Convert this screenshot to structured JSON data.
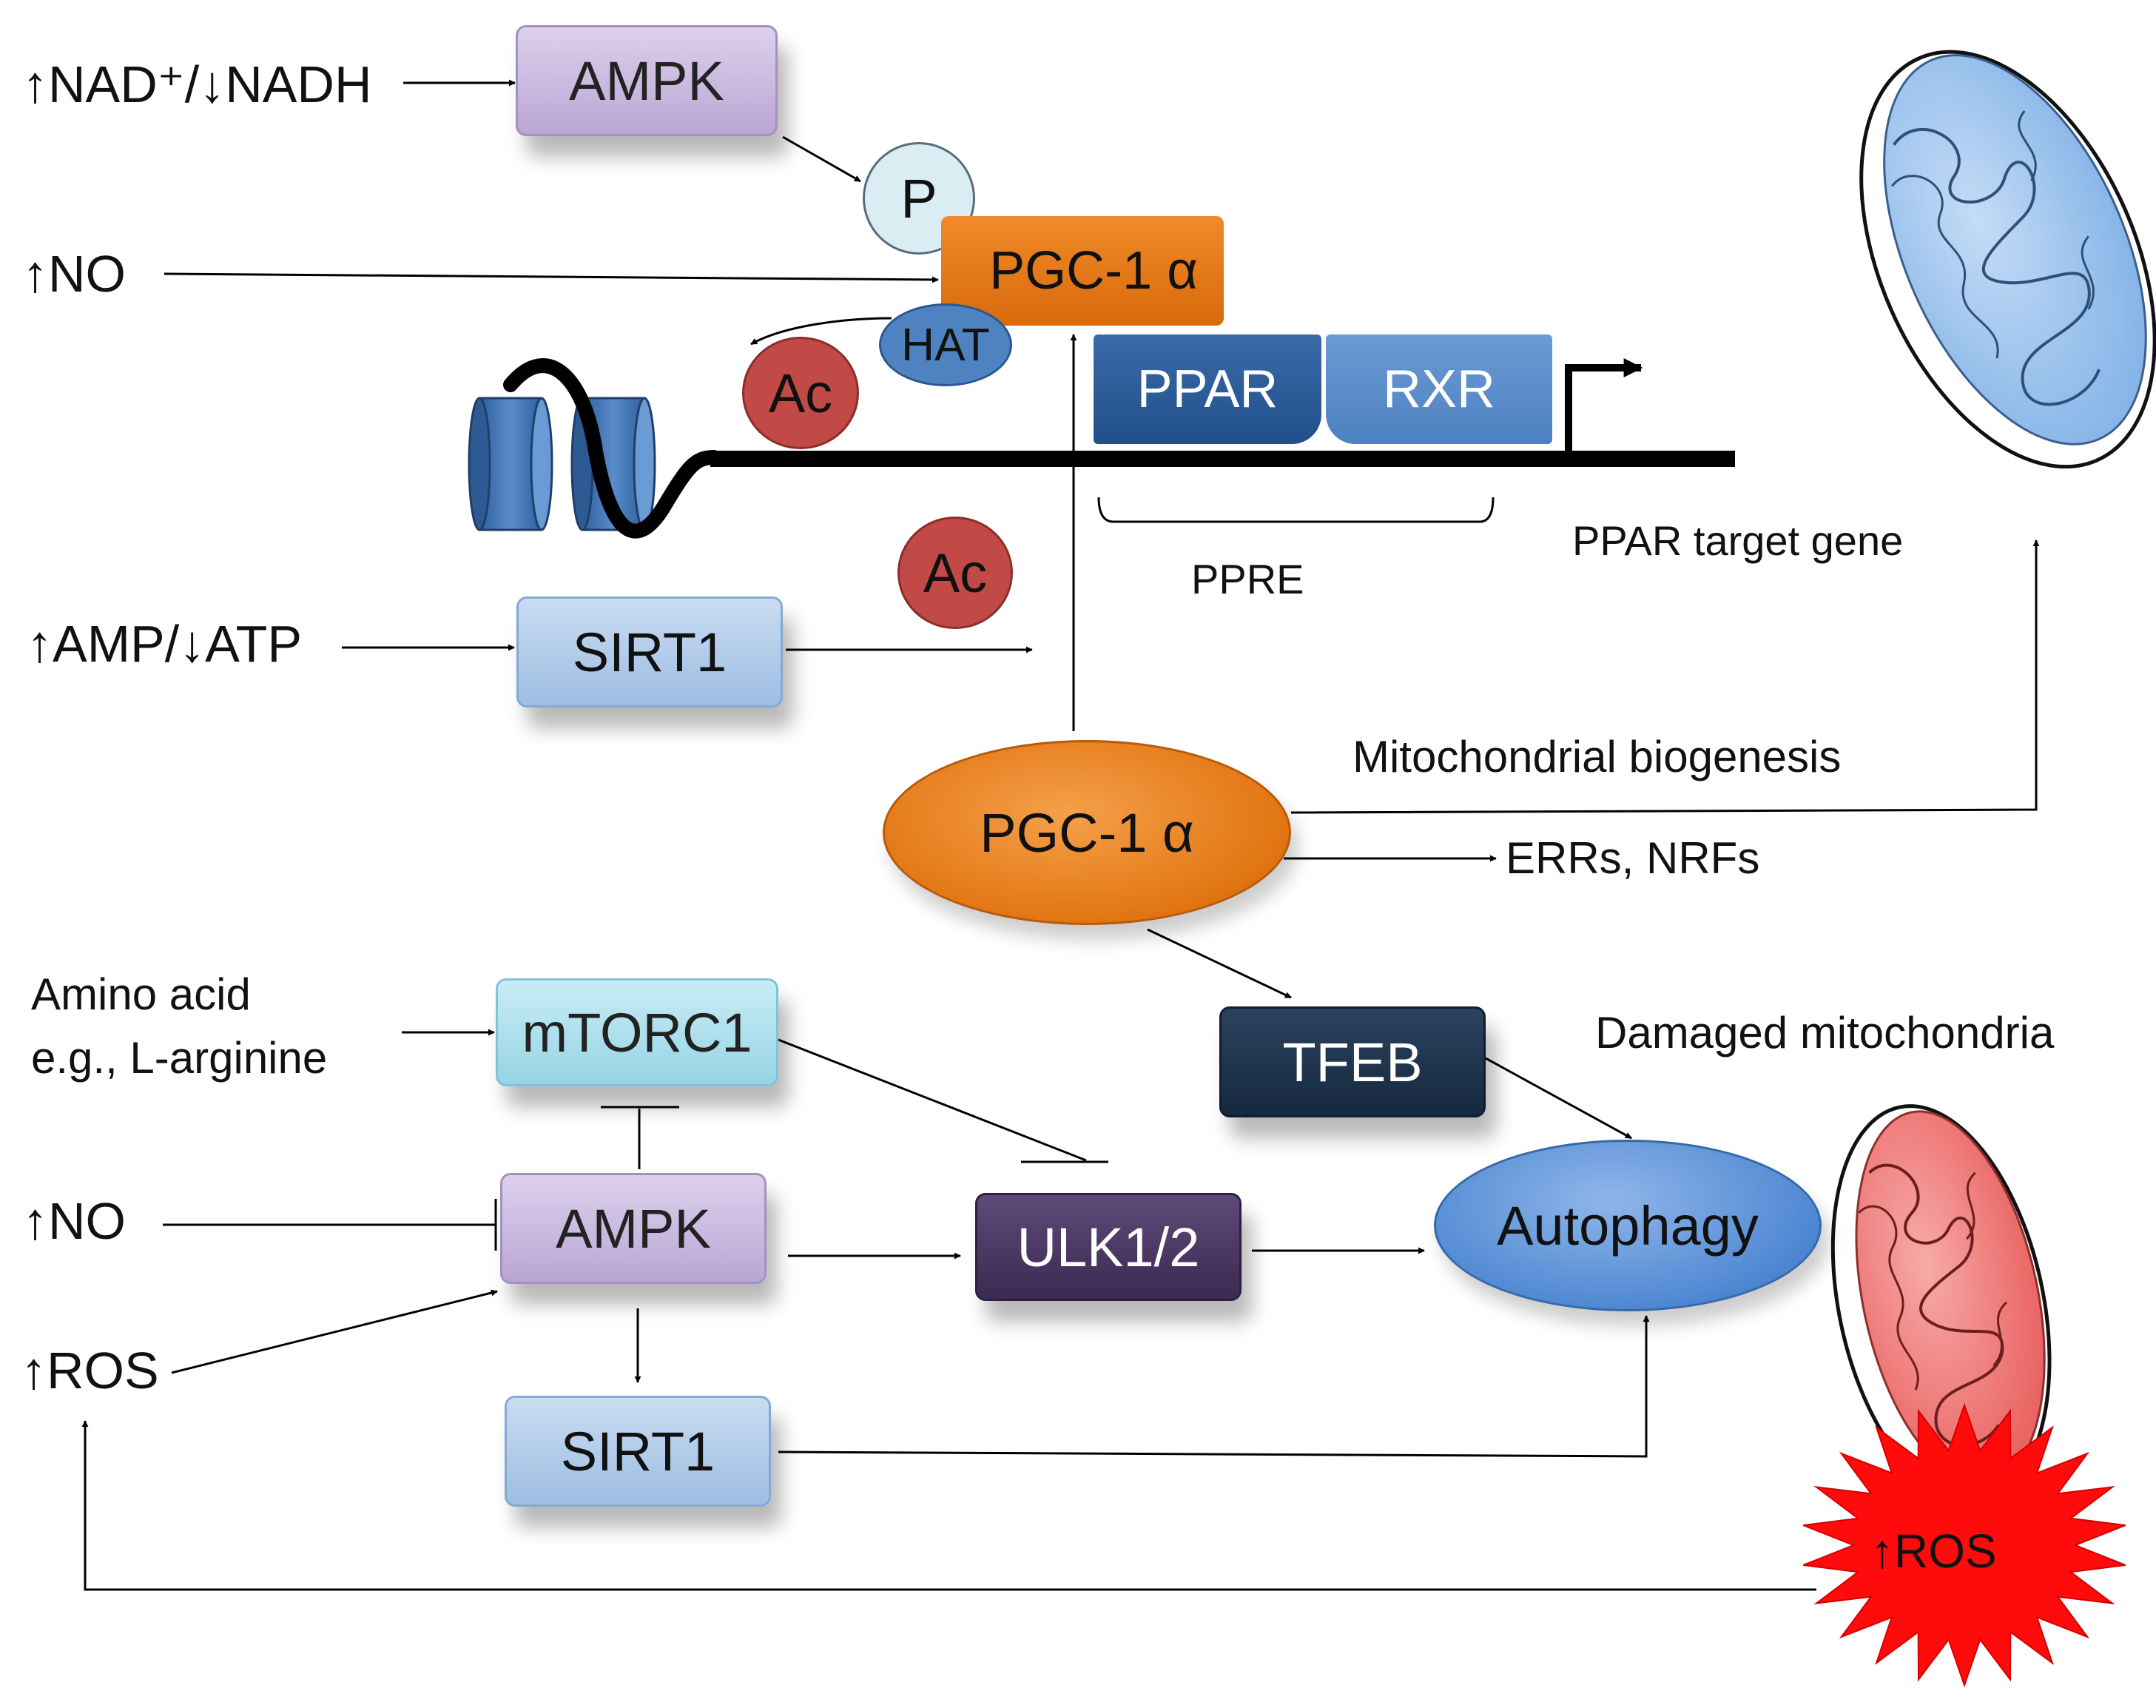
{
  "nodes": {
    "ampk_top": "AMPK",
    "p": "P",
    "pgc1a_top": "PGC-1 α",
    "hat": "HAT",
    "ac_top": "Ac",
    "ppar": "PPAR",
    "rxr": "RXR",
    "ac_mid": "Ac",
    "sirt1_top": "SIRT1",
    "pgc1a_center": "PGC-1 α",
    "mtorc1": "mTORC1",
    "tfeb": "TFEB",
    "ampk_bottom": "AMPK",
    "ulk": "ULK1/2",
    "autophagy": "Autophagy",
    "sirt1_bottom": "SIRT1",
    "ros_burst": "↑ROS"
  },
  "labels": {
    "nad": "↑NAD⁺/↓NADH",
    "no_top": "↑NO",
    "amp": "↑AMP/↓ATP",
    "ppre": "PPRE",
    "ppar_target": "PPAR target gene",
    "mito_biogenesis": "Mitochondrial  biogenesis",
    "errs_nrfs": "ERRs, NRFs",
    "amino_acid_line1": "Amino  acid",
    "amino_acid_line2": "e.g.,  L-arginine",
    "damaged_mito": "Damaged  mitochondria",
    "no_bottom": "↑NO",
    "ros_left": "↑ROS"
  },
  "colors": {
    "ampk": "#c8b8e0",
    "sirt1": "#b4cdeb",
    "mtorc1": "#aee0ec",
    "pgc1a": "#e8780f",
    "ppar": "#2a5a98",
    "rxr": "#5b8dcf",
    "tfeb": "#1e3450",
    "ulk": "#4a3862",
    "autophagy": "#5a92d8",
    "ac": "#c24a46",
    "hat": "#4f82c0",
    "healthy_mito": "#9cc4ee",
    "damaged_mito": "#ef7a78",
    "ros_burst": "#ff0000"
  }
}
